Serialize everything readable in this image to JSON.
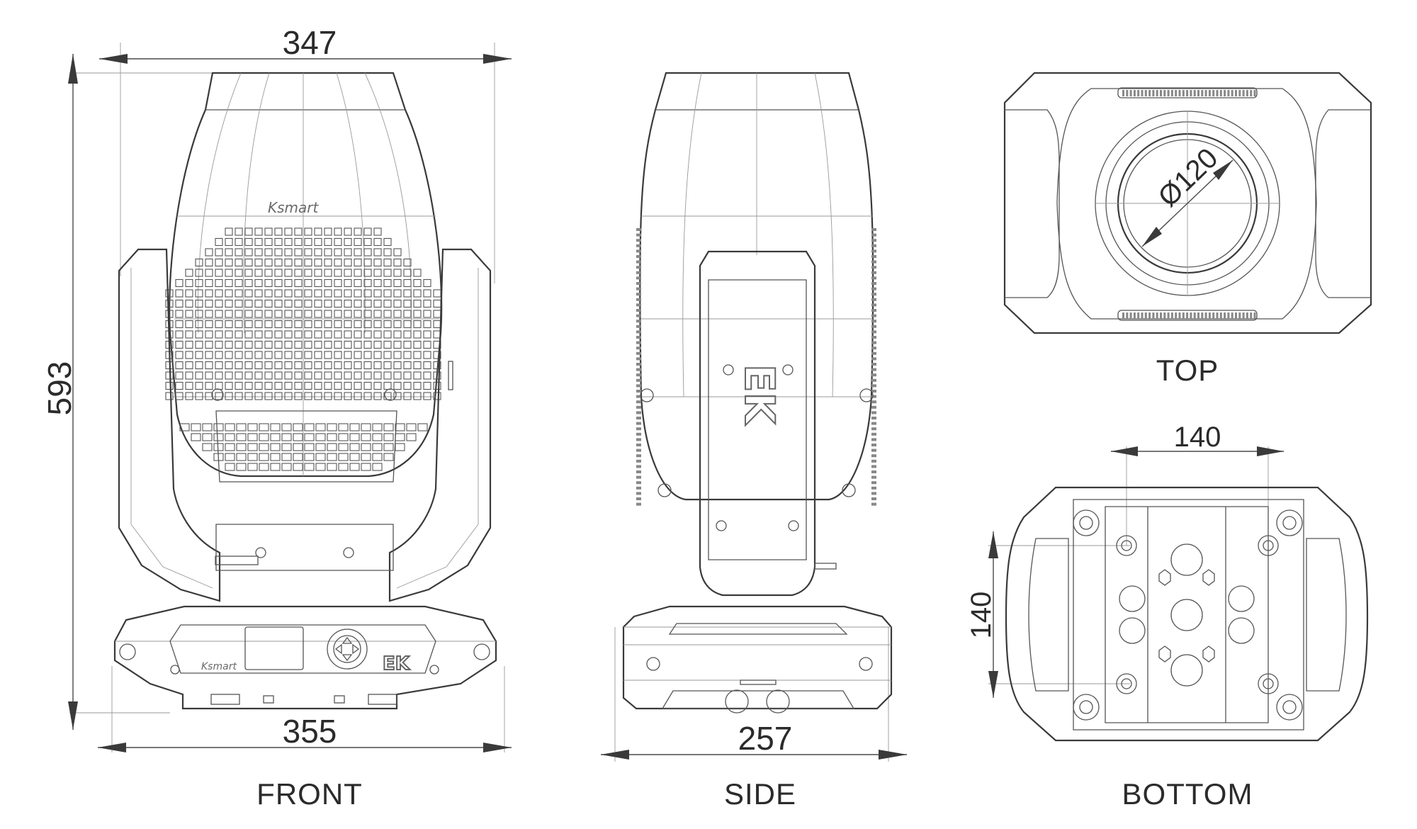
{
  "views": {
    "front": {
      "label": "FRONT",
      "width_top": "347",
      "height": "593",
      "width_bottom": "355",
      "brand_text": "Ksmart",
      "base_brand_text": "Ksmart",
      "logo_text": "EK"
    },
    "side": {
      "label": "SIDE",
      "width_bottom": "257",
      "logo_text": "EK"
    },
    "top": {
      "label": "TOP",
      "lens_diameter": "Ø120"
    },
    "bottom": {
      "label": "BOTTOM",
      "hole_spacing_horizontal": "140",
      "hole_spacing_vertical": "140"
    }
  }
}
